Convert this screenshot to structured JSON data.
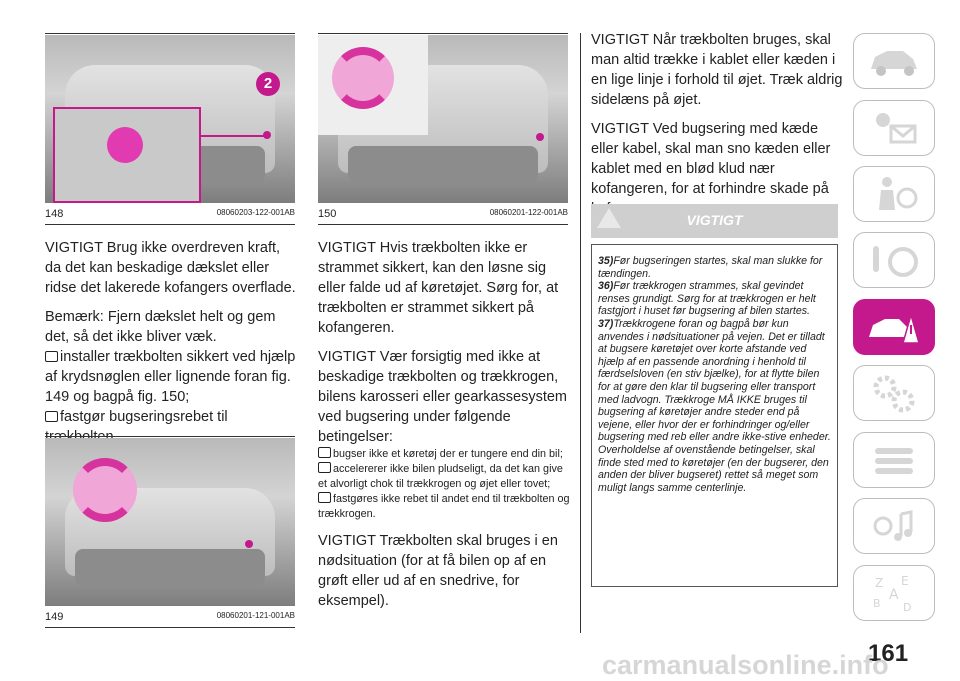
{
  "figures": [
    {
      "number": "148",
      "code": "08060203-122-001AB",
      "callout": "2"
    },
    {
      "number": "149",
      "code": "08060201-121-001AB"
    },
    {
      "number": "150",
      "code": "08060201-122-001AB"
    }
  ],
  "col1": {
    "p1": "VIGTIGT Brug ikke overdreven kraft, da det kan beskadige dækslet eller ridse det lakerede kofangers overflade.",
    "p2": "Bemærk: Fjern dækslet helt og gem det, så det ikke bliver væk.",
    "step1": "installer trækbolten sikkert ved hjælp af krydsnøglen eller lignende foran fig. 149 og bagpå fig. 150;",
    "step2": "fastgør bugseringsrebet til trækbolten."
  },
  "col2": {
    "p1": "VIGTIGT Hvis trækbolten ikke er strammet sikkert, kan den løsne sig eller falde ud af køretøjet. Sørg for, at trækbolten er strammet sikkert på kofangeren.",
    "p2": "VIGTIGT Vær forsigtig med ikke at beskadige trækbolten og trækkrogen, bilens karosseri eller gearkassesystem ved bugsering under følgende betingelser:",
    "b1": "bugser ikke et køretøj der er tungere end din bil;",
    "b2": "accelererer ikke bilen pludseligt, da det kan give et alvorligt chok til trækkrogen og øjet eller tovet;",
    "b3": "fastgøres ikke rebet til andet end til trækbolten og trækkrogen.",
    "p3": "VIGTIGT Trækbolten skal bruges i en nødsituation (for at få bilen op af en grøft eller ud af en snedrive, for eksempel)."
  },
  "col3": {
    "p1": "VIGTIGT Når trækbolten bruges, skal man altid trække i kablet eller kæden i en lige linje i forhold til øjet. Træk aldrig sidelæns på øjet.",
    "p2": "VIGTIGT Ved bugsering med kæde eller kabel, skal man sno kæden eller kablet med en blød klud nær kofangeren, for at forhindre skade på kofangeren.",
    "warning_title": "VIGTIGT",
    "warnings": [
      {
        "num": "35)",
        "text": "Før bugseringen startes, skal man slukke for tændingen."
      },
      {
        "num": "36)",
        "text": "Før trækkrogen strammes, skal gevindet renses grundigt. Sørg for at trækkrogen er helt fastgjort i huset før bugsering af bilen startes."
      },
      {
        "num": "37)",
        "text": "Trækkrogene foran og bagpå bør kun anvendes i nødsituationer på vejen. Det er tilladt at bugsere køretøjet over korte afstande ved hjælp af en passende anordning i henhold til færdselsloven (en stiv bjælke), for at flytte bilen for at gøre den klar til bugsering eller transport med ladvogn. Trækkroge MÅ IKKE bruges til bugsering af køretøjer andre steder end på vejene, eller hvor der er forhindringer og/eller bugsering med reb eller andre ikke-stive enheder. Overholdelse af ovenstående betingelser, skal finde sted med to køretøjer (en der bugserer, den anden der bliver bugseret) rettet så meget som muligt langs samme centerlinje."
      }
    ]
  },
  "page_number": "161",
  "watermark": "carmanualsonline.info",
  "sidebar": {
    "tabs": [
      "car-overview-icon",
      "warning-lights-icon",
      "safety-airbag-icon",
      "starting-driving-icon",
      "emergency-icon",
      "maintenance-icon",
      "technical-data-icon",
      "multimedia-icon",
      "index-icon"
    ],
    "active": "emergency-icon",
    "accent": "#c4198c"
  }
}
